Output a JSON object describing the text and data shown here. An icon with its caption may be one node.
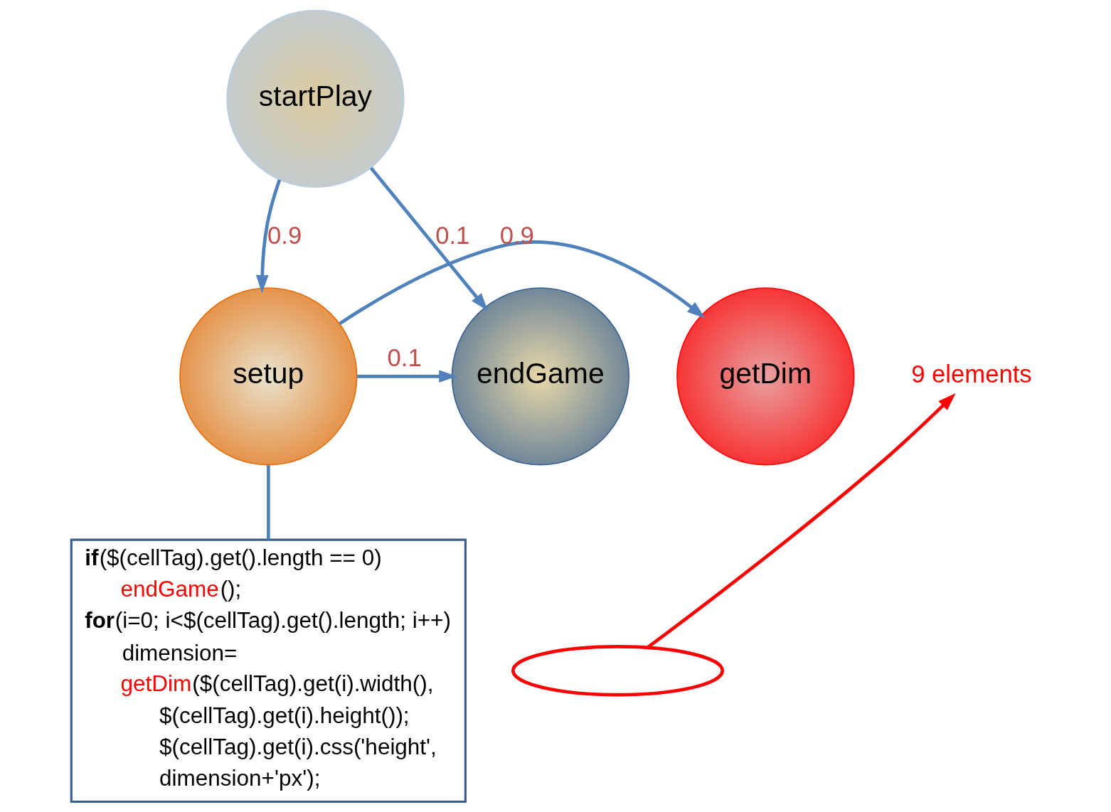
{
  "diagram": {
    "nodes": [
      {
        "text": [
          "startPlay"
        ]
      },
      {
        "text": [
          "9 elements"
        ]
      },
      {
        "text": [
          "getDim"
        ]
      },
      {
        "text": [
          "setup"
        ]
      },
      {
        "text": [
          "endGame"
        ]
      },
      {
        "text": [
          "**if**($(cellTag).get().length == 0)",
          "endGame();",
          "**for**(i=0; i<$(cellTag).get().length; i++)",
          "dimension=",
          "getDim($(cellTag).get(i).width(),",
          "$(cellTag).get(i).height());",
          "$(cellTag).get(i).css('height',",
          "dimension+'px');"
        ]
      },
      {
        "text": [],
        "shape": "ellipse"
      }
    ],
    "edges": [
      {
        "from": 0,
        "to": 3,
        "arrow": "to",
        "label": "0.9"
      },
      {
        "from": 0,
        "to": 4,
        "arrow": "to",
        "label": "0.1"
      },
      {
        "from": 3,
        "to": 2,
        "arrow": "to",
        "label": "0.9"
      },
      {
        "from": 3,
        "to": 4,
        "arrow": "to",
        "label": "0.1"
      },
      {
        "from": 3,
        "to": 5,
        "arrow": "none"
      },
      {
        "from": 6,
        "to": 1,
        "arrow": "to",
        "color": "#ff0000"
      }
    ]
  }
}
